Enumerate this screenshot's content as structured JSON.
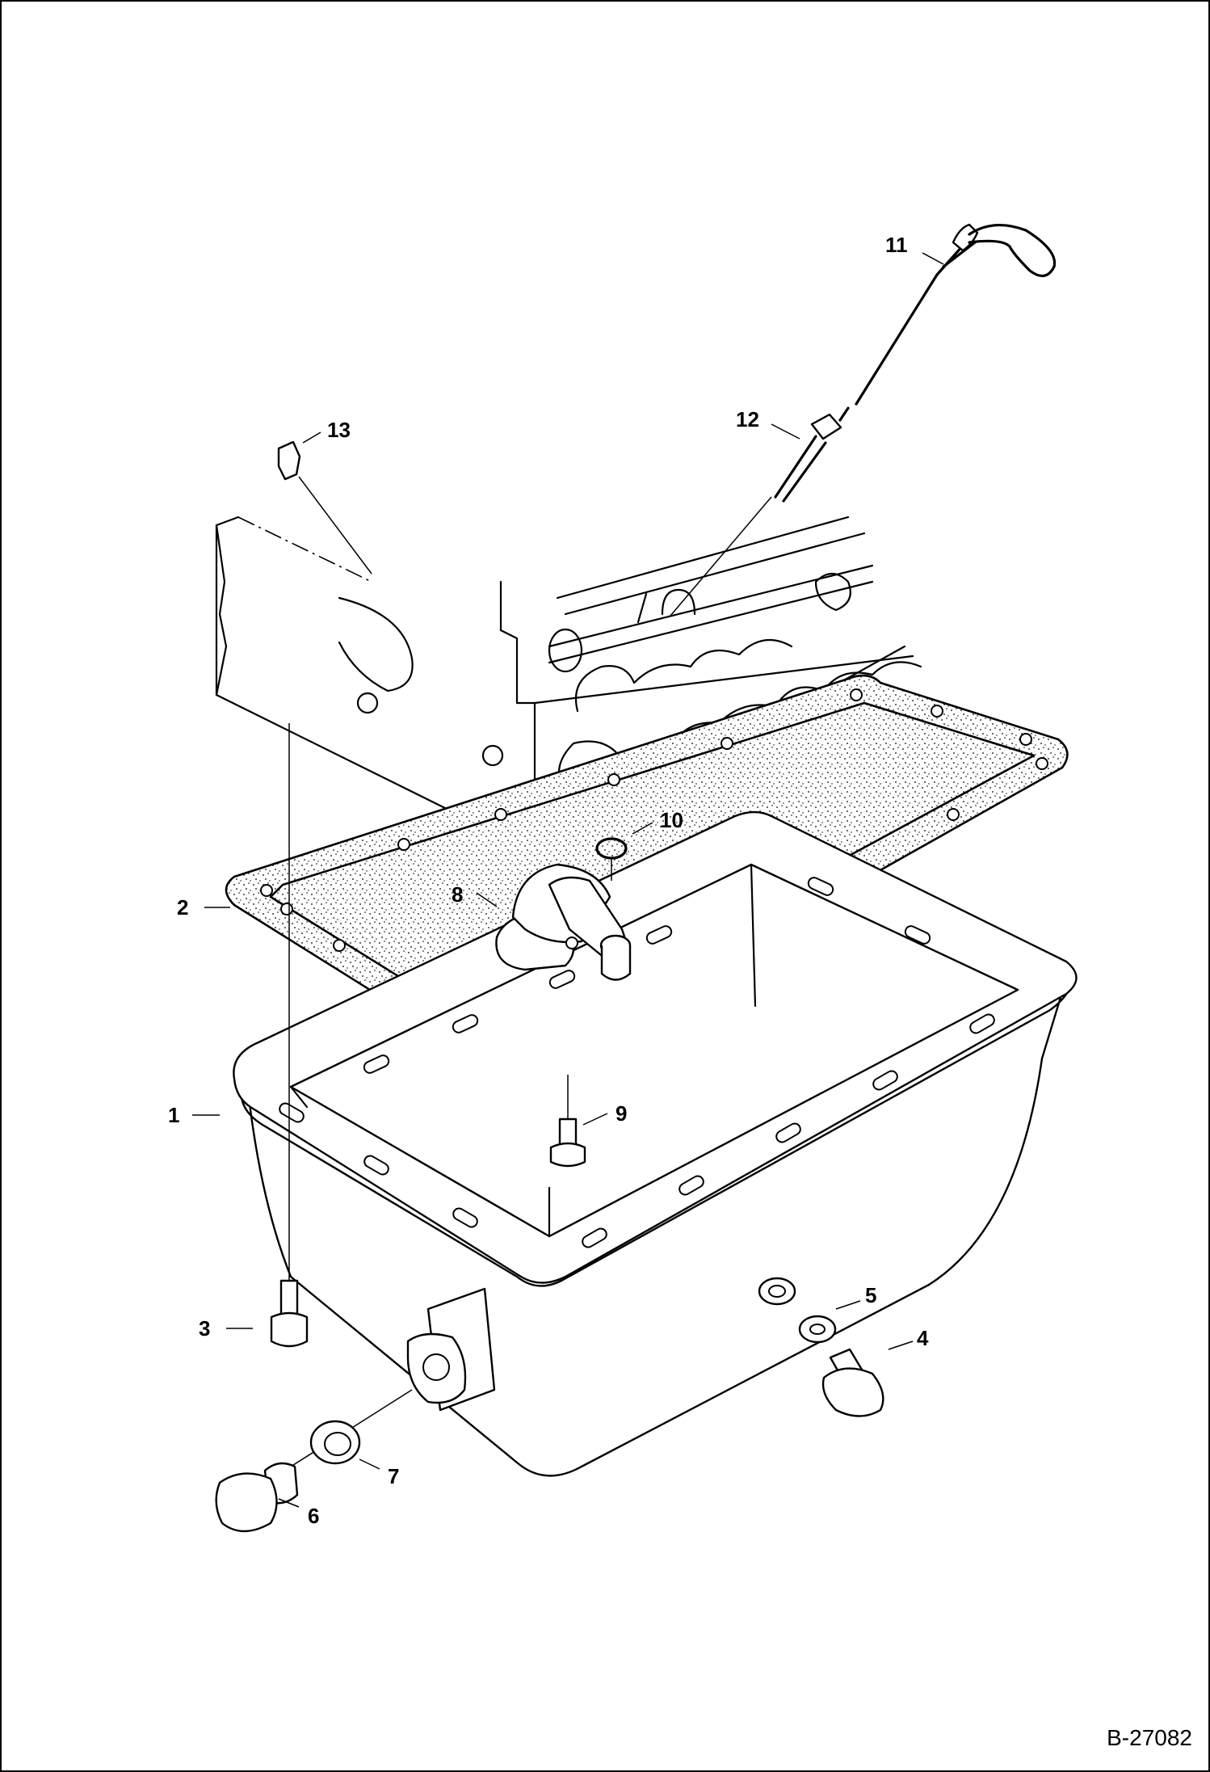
{
  "figure_id": "B-27082",
  "callouts": [
    {
      "id": "1",
      "label": "1"
    },
    {
      "id": "2",
      "label": "2"
    },
    {
      "id": "3",
      "label": "3"
    },
    {
      "id": "4",
      "label": "4"
    },
    {
      "id": "5",
      "label": "5"
    },
    {
      "id": "6",
      "label": "6"
    },
    {
      "id": "7",
      "label": "7"
    },
    {
      "id": "8",
      "label": "8"
    },
    {
      "id": "9",
      "label": "9"
    },
    {
      "id": "10",
      "label": "10"
    },
    {
      "id": "11",
      "label": "11"
    },
    {
      "id": "12",
      "label": "12"
    },
    {
      "id": "13",
      "label": "13"
    }
  ]
}
